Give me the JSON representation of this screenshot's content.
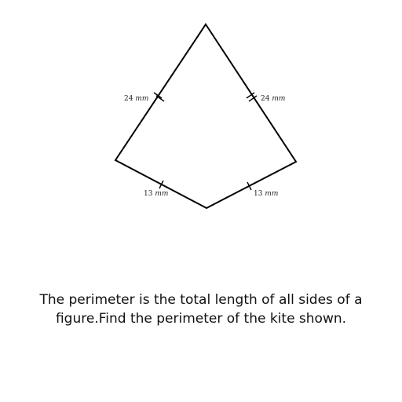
{
  "figure": {
    "sides": [
      {
        "id": "top-left",
        "value": "24",
        "unit": "mm",
        "tick_marks": 2
      },
      {
        "id": "top-right",
        "value": "24",
        "unit": "mm",
        "tick_marks": 2
      },
      {
        "id": "bottom-left",
        "value": "13",
        "unit": "mm",
        "tick_marks": 1
      },
      {
        "id": "bottom-right",
        "value": "13",
        "unit": "mm",
        "tick_marks": 1
      }
    ],
    "stroke_color": "#000000"
  },
  "question": {
    "line1": "The perimeter is the total length of all sides of a",
    "line2": "figure.Find the perimeter of the kite shown."
  }
}
